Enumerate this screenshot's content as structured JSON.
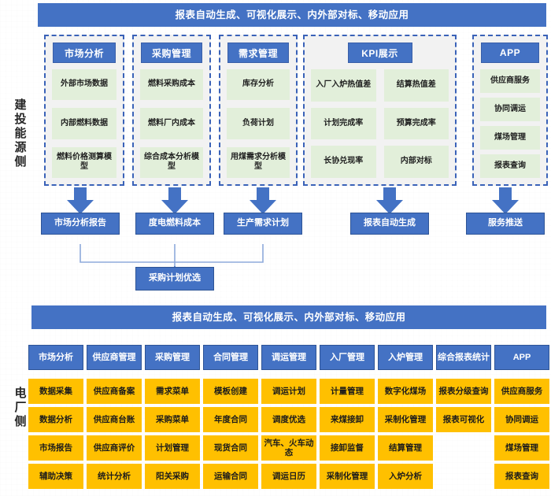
{
  "side_labels": {
    "top": "建投能源侧",
    "bottom": "电厂侧"
  },
  "banners": {
    "top": "报表自动生成、可视化展示、内外部对标、移动应用",
    "middle": "报表自动生成、可视化展示、内外部对标、移动应用"
  },
  "top_section": {
    "panels": [
      {
        "title": "市场分析",
        "columns": 1,
        "items": [
          "外部市场数据",
          "内部燃料数据",
          "燃料价格测算模型"
        ]
      },
      {
        "title": "采购管理",
        "columns": 1,
        "items": [
          "燃料采购成本",
          "燃料厂内成本",
          "综合成本分析模型"
        ]
      },
      {
        "title": "需求管理",
        "columns": 1,
        "items": [
          "库存分析",
          "负荷计划",
          "用煤需求分析模型"
        ]
      },
      {
        "title": "KPI展示",
        "columns": 2,
        "items": [
          "入厂入炉热值差",
          "结算热值差",
          "计划完成率",
          "预算完成率",
          "长协兑现率",
          "内部对标"
        ]
      },
      {
        "title": "APP",
        "columns": 1,
        "items": [
          "供应商服务",
          "协同调运",
          "煤场管理",
          "报表查询"
        ]
      }
    ],
    "outputs": [
      "市场分析报告",
      "度电燃料成本",
      "生产需求计划",
      "报表自动生成",
      "服务推送"
    ],
    "merged_output": "采购计划优选"
  },
  "bottom_section": {
    "columns": [
      "市场分析",
      "供应商管理",
      "采购管理",
      "合同管理",
      "调运管理",
      "入厂管理",
      "入炉管理",
      "综合报表统计",
      "APP"
    ],
    "rows": [
      [
        "数据采集",
        "供应商备案",
        "需求菜单",
        "模板创建",
        "调运计划",
        "计量管理",
        "数字化煤场",
        "报表分级查询",
        "供应商服务"
      ],
      [
        "数据分析",
        "供应商台账",
        "采购菜单",
        "年度合同",
        "调度优选",
        "来煤接卸",
        "采制化管理",
        "报表可视化",
        "协同调运"
      ],
      [
        "市场报告",
        "供应商评价",
        "计划管理",
        "现货合同",
        "汽车、火车动态",
        "接卸监督",
        "结算管理",
        "",
        "煤场管理"
      ],
      [
        "辅助决策",
        "统计分析",
        "阳关采购",
        "运输合同",
        "调运日历",
        "采制化管理",
        "入炉分析",
        "",
        "报表查询"
      ]
    ],
    "bold_cells": [
      [
        1,
        1
      ],
      [
        1,
        6
      ],
      [
        1,
        7
      ],
      [
        2,
        1
      ],
      [
        2,
        6
      ]
    ]
  },
  "colors": {
    "accent_blue": "#4472C4",
    "panel_green": "#E2EFDA",
    "cell_yellow": "#FFC000",
    "panel_bg": "#F2F2F2",
    "dash_border": "#3A62B8"
  }
}
